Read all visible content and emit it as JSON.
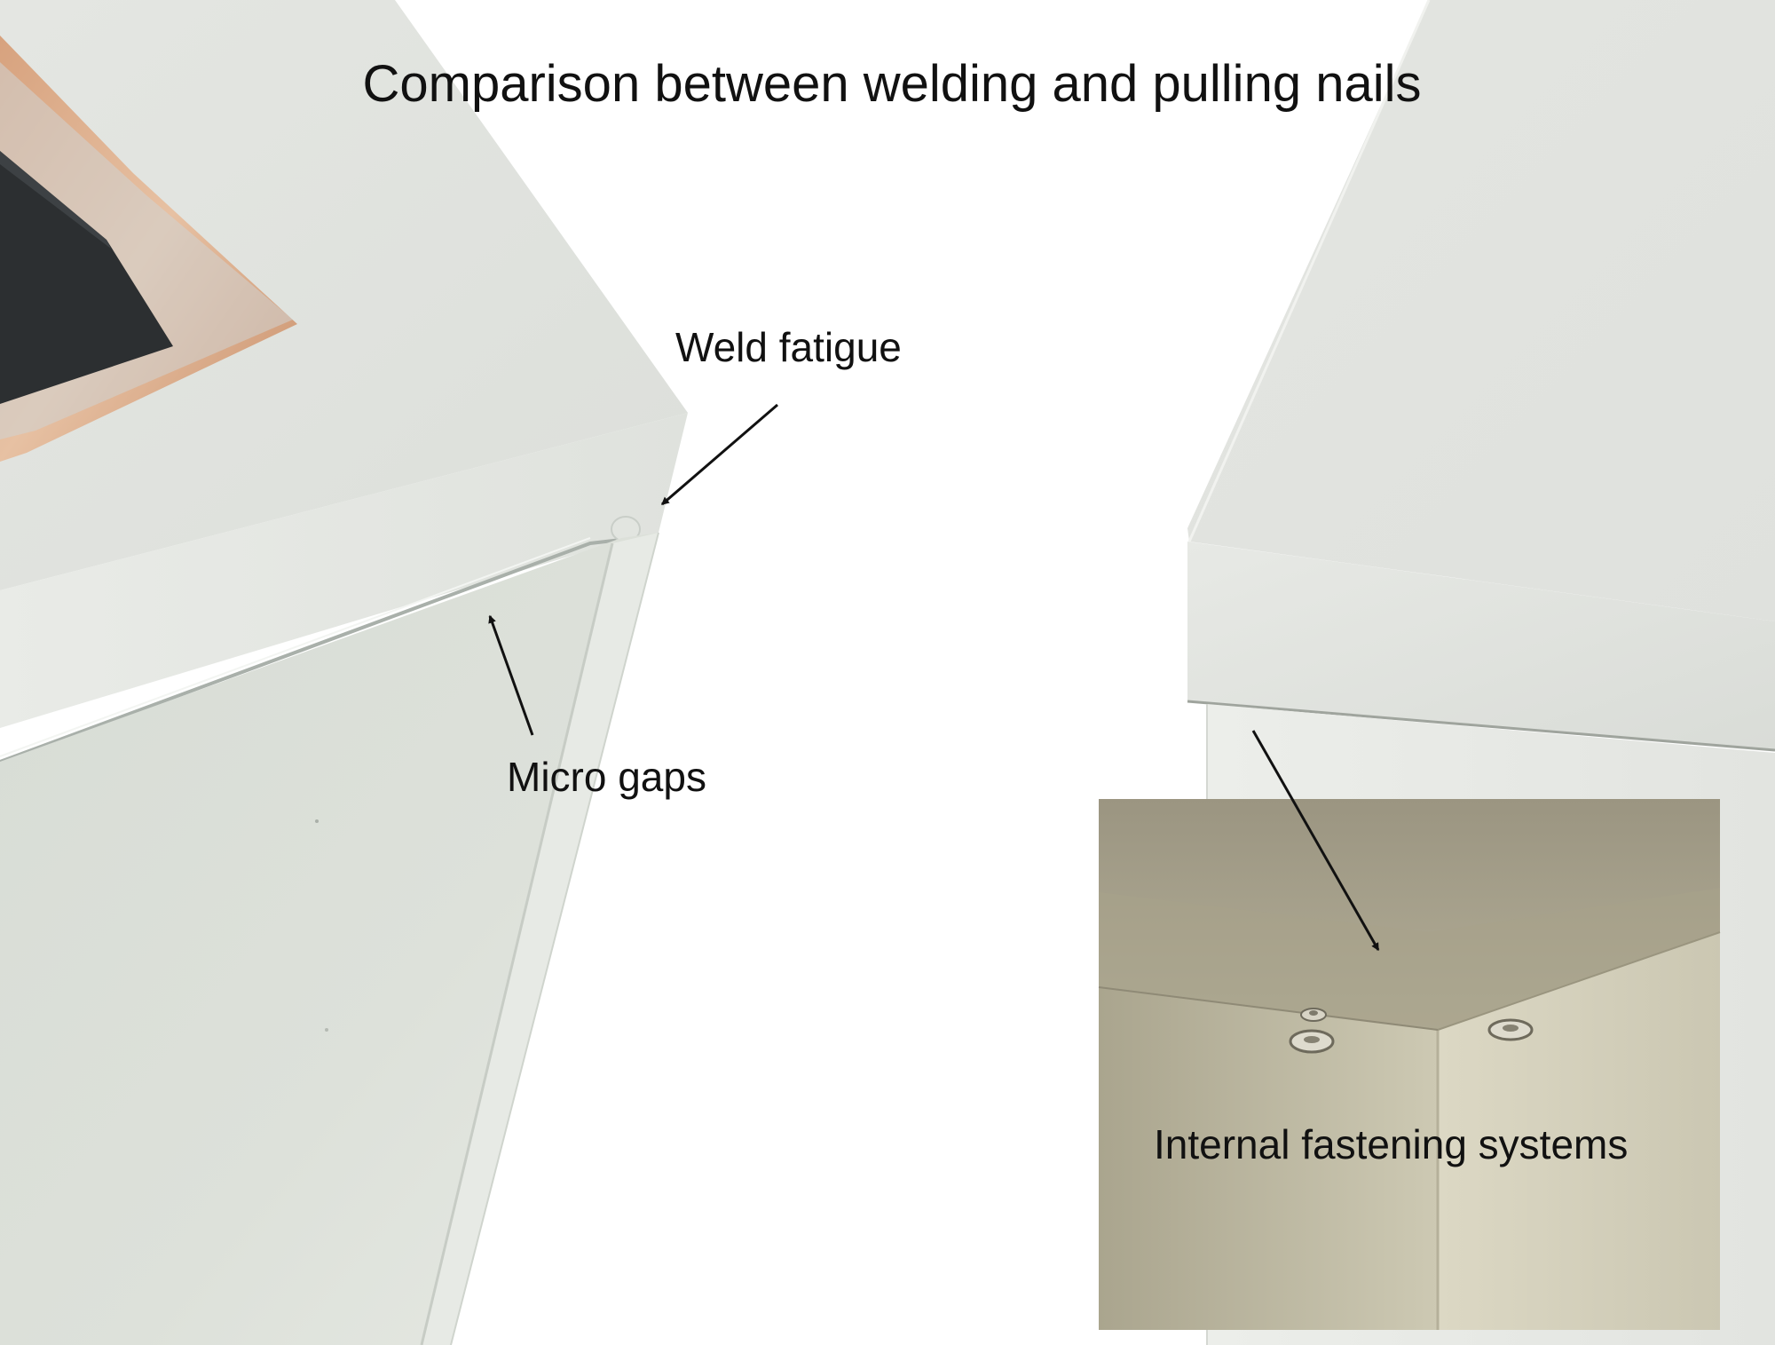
{
  "title": "Comparison between welding and pulling nails",
  "annotations": {
    "weld_fatigue": "Weld fatigue",
    "micro_gaps": "Micro gaps",
    "internal_fastening": "Internal fastening systems"
  },
  "colors": {
    "background": "#ffffff",
    "panel_light": "#e6e8e3",
    "panel_side": "#dfe2dc",
    "inset_beige": "#b9b39a",
    "text": "#111111"
  }
}
